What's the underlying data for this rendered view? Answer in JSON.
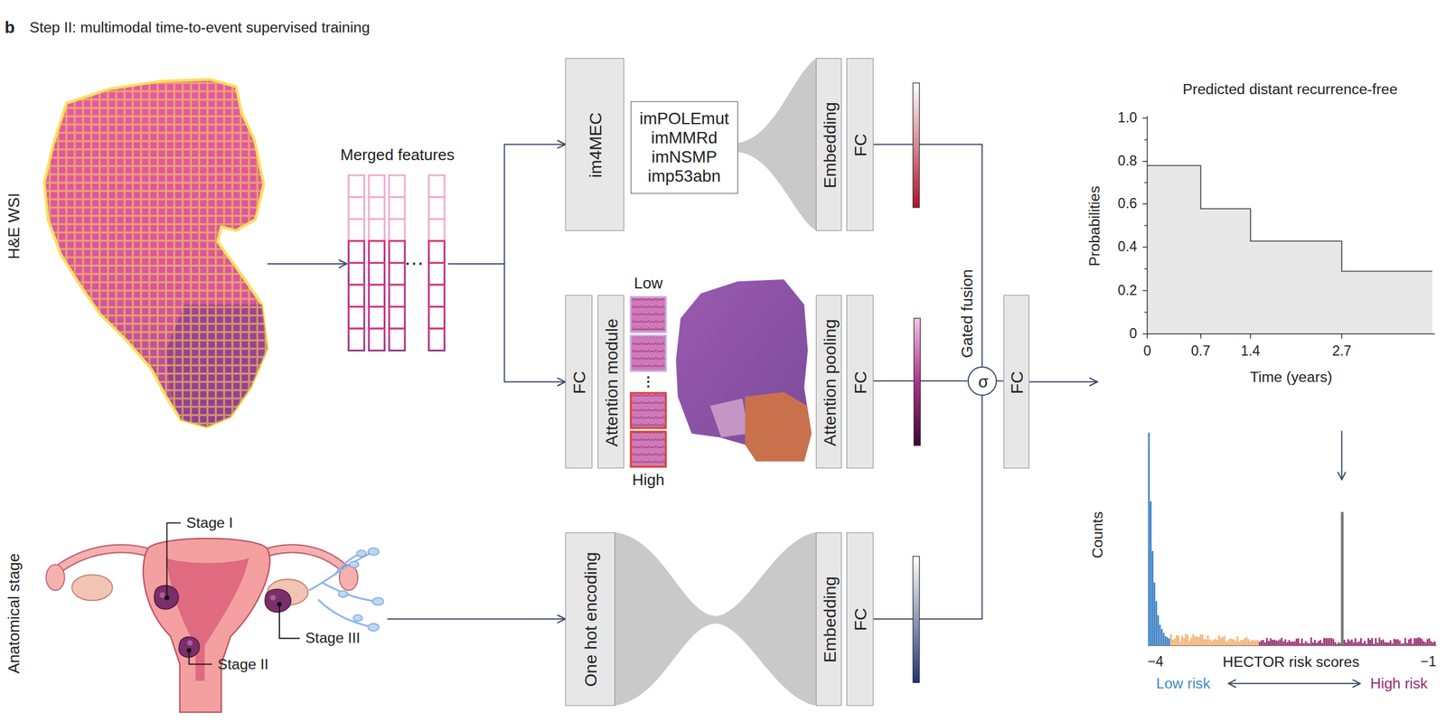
{
  "diagram": {
    "title": "Step II: multimodal time-to-event supervised training",
    "nodes": [
      {
        "text": [
          "H&E WSI"
        ]
      },
      {
        "text": [
          "Merged features"
        ]
      },
      {
        "text": [
          "im4MEC"
        ]
      },
      {
        "text": [
          "imPOLEmut",
          "imMMRd",
          "imNSMP",
          "imp53abn"
        ]
      },
      {
        "text": [
          "Embedding"
        ]
      },
      {
        "text": [
          "FC"
        ]
      },
      {
        "text": [
          "FC"
        ]
      },
      {
        "text": [
          "Attention module"
        ]
      },
      {
        "text": [
          "Attention pooling"
        ]
      },
      {
        "text": [
          "FC"
        ]
      },
      {
        "text": [
          "Gated fusion",
          "σ"
        ]
      },
      {
        "text": [
          "FC"
        ]
      },
      {
        "text": [
          "Predicted distant recurrence-free"
        ]
      },
      {
        "text": [
          "Anatomical stage"
        ]
      },
      {
        "text": [
          "One hot encoding"
        ]
      },
      {
        "text": [
          "Embedding"
        ]
      },
      {
        "text": [
          "FC"
        ]
      }
    ],
    "edges": [
      {
        "from": 0,
        "to": 1,
        "arrow": "to"
      },
      {
        "from": 1,
        "to": 2,
        "arrow": "to"
      },
      {
        "from": 1,
        "to": 6,
        "arrow": "to"
      },
      {
        "from": 5,
        "to": 10,
        "arrow": "none"
      },
      {
        "from": 9,
        "to": 10,
        "arrow": "none"
      },
      {
        "from": 16,
        "to": 10,
        "arrow": "none"
      },
      {
        "from": 10,
        "to": 11,
        "arrow": "none"
      },
      {
        "from": 11,
        "to": 12,
        "arrow": "to"
      },
      {
        "from": 13,
        "to": 14,
        "arrow": "to"
      }
    ],
    "labels": [
      "b",
      "Low",
      "High",
      "Stage I",
      "Stage II",
      "Stage III",
      "1.0",
      "0.8",
      "0.6",
      "0.4",
      "0.2",
      "0",
      "0",
      "0.7",
      "1.4",
      "2.7",
      "Probabilities",
      "Time (years)",
      "Counts",
      "−4",
      "HECTOR risk scores",
      "−1",
      "Low risk",
      "High risk"
    ]
  }
}
